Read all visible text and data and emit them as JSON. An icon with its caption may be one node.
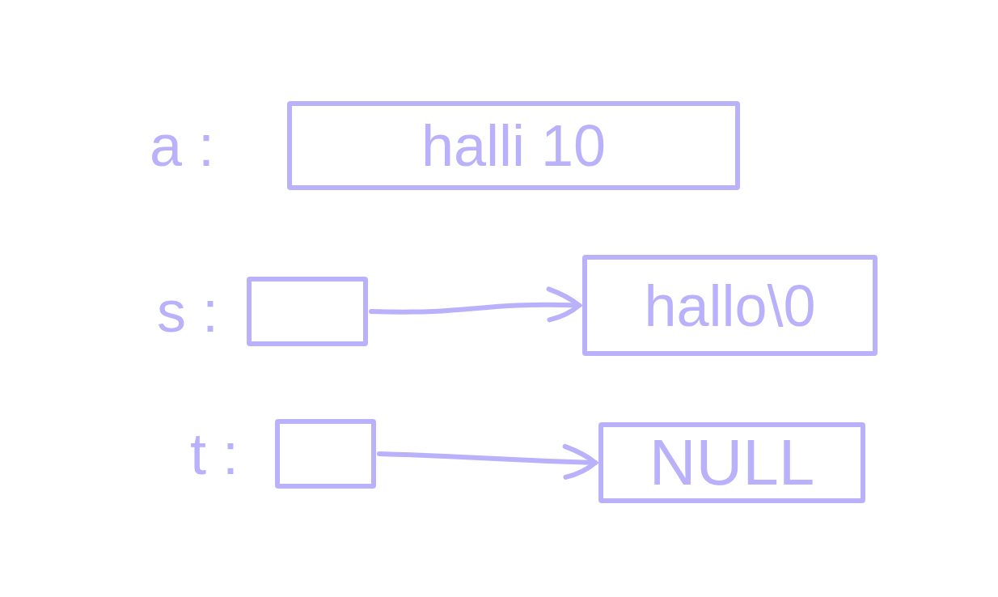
{
  "diagram": {
    "nodes": [
      {
        "text": [
          "halli 10"
        ],
        "beside": [
          "a :"
        ]
      },
      {
        "text": [],
        "shape": "box",
        "beside": [
          "s :"
        ]
      },
      {
        "text": [
          "hallo\\0"
        ]
      },
      {
        "text": [],
        "shape": "box",
        "beside": [
          "t :"
        ]
      },
      {
        "text": [
          "NULL"
        ]
      }
    ],
    "edges": [
      {
        "from": 1,
        "to": 2,
        "arrow": "to"
      },
      {
        "from": 3,
        "to": 4,
        "arrow": "to"
      }
    ]
  }
}
